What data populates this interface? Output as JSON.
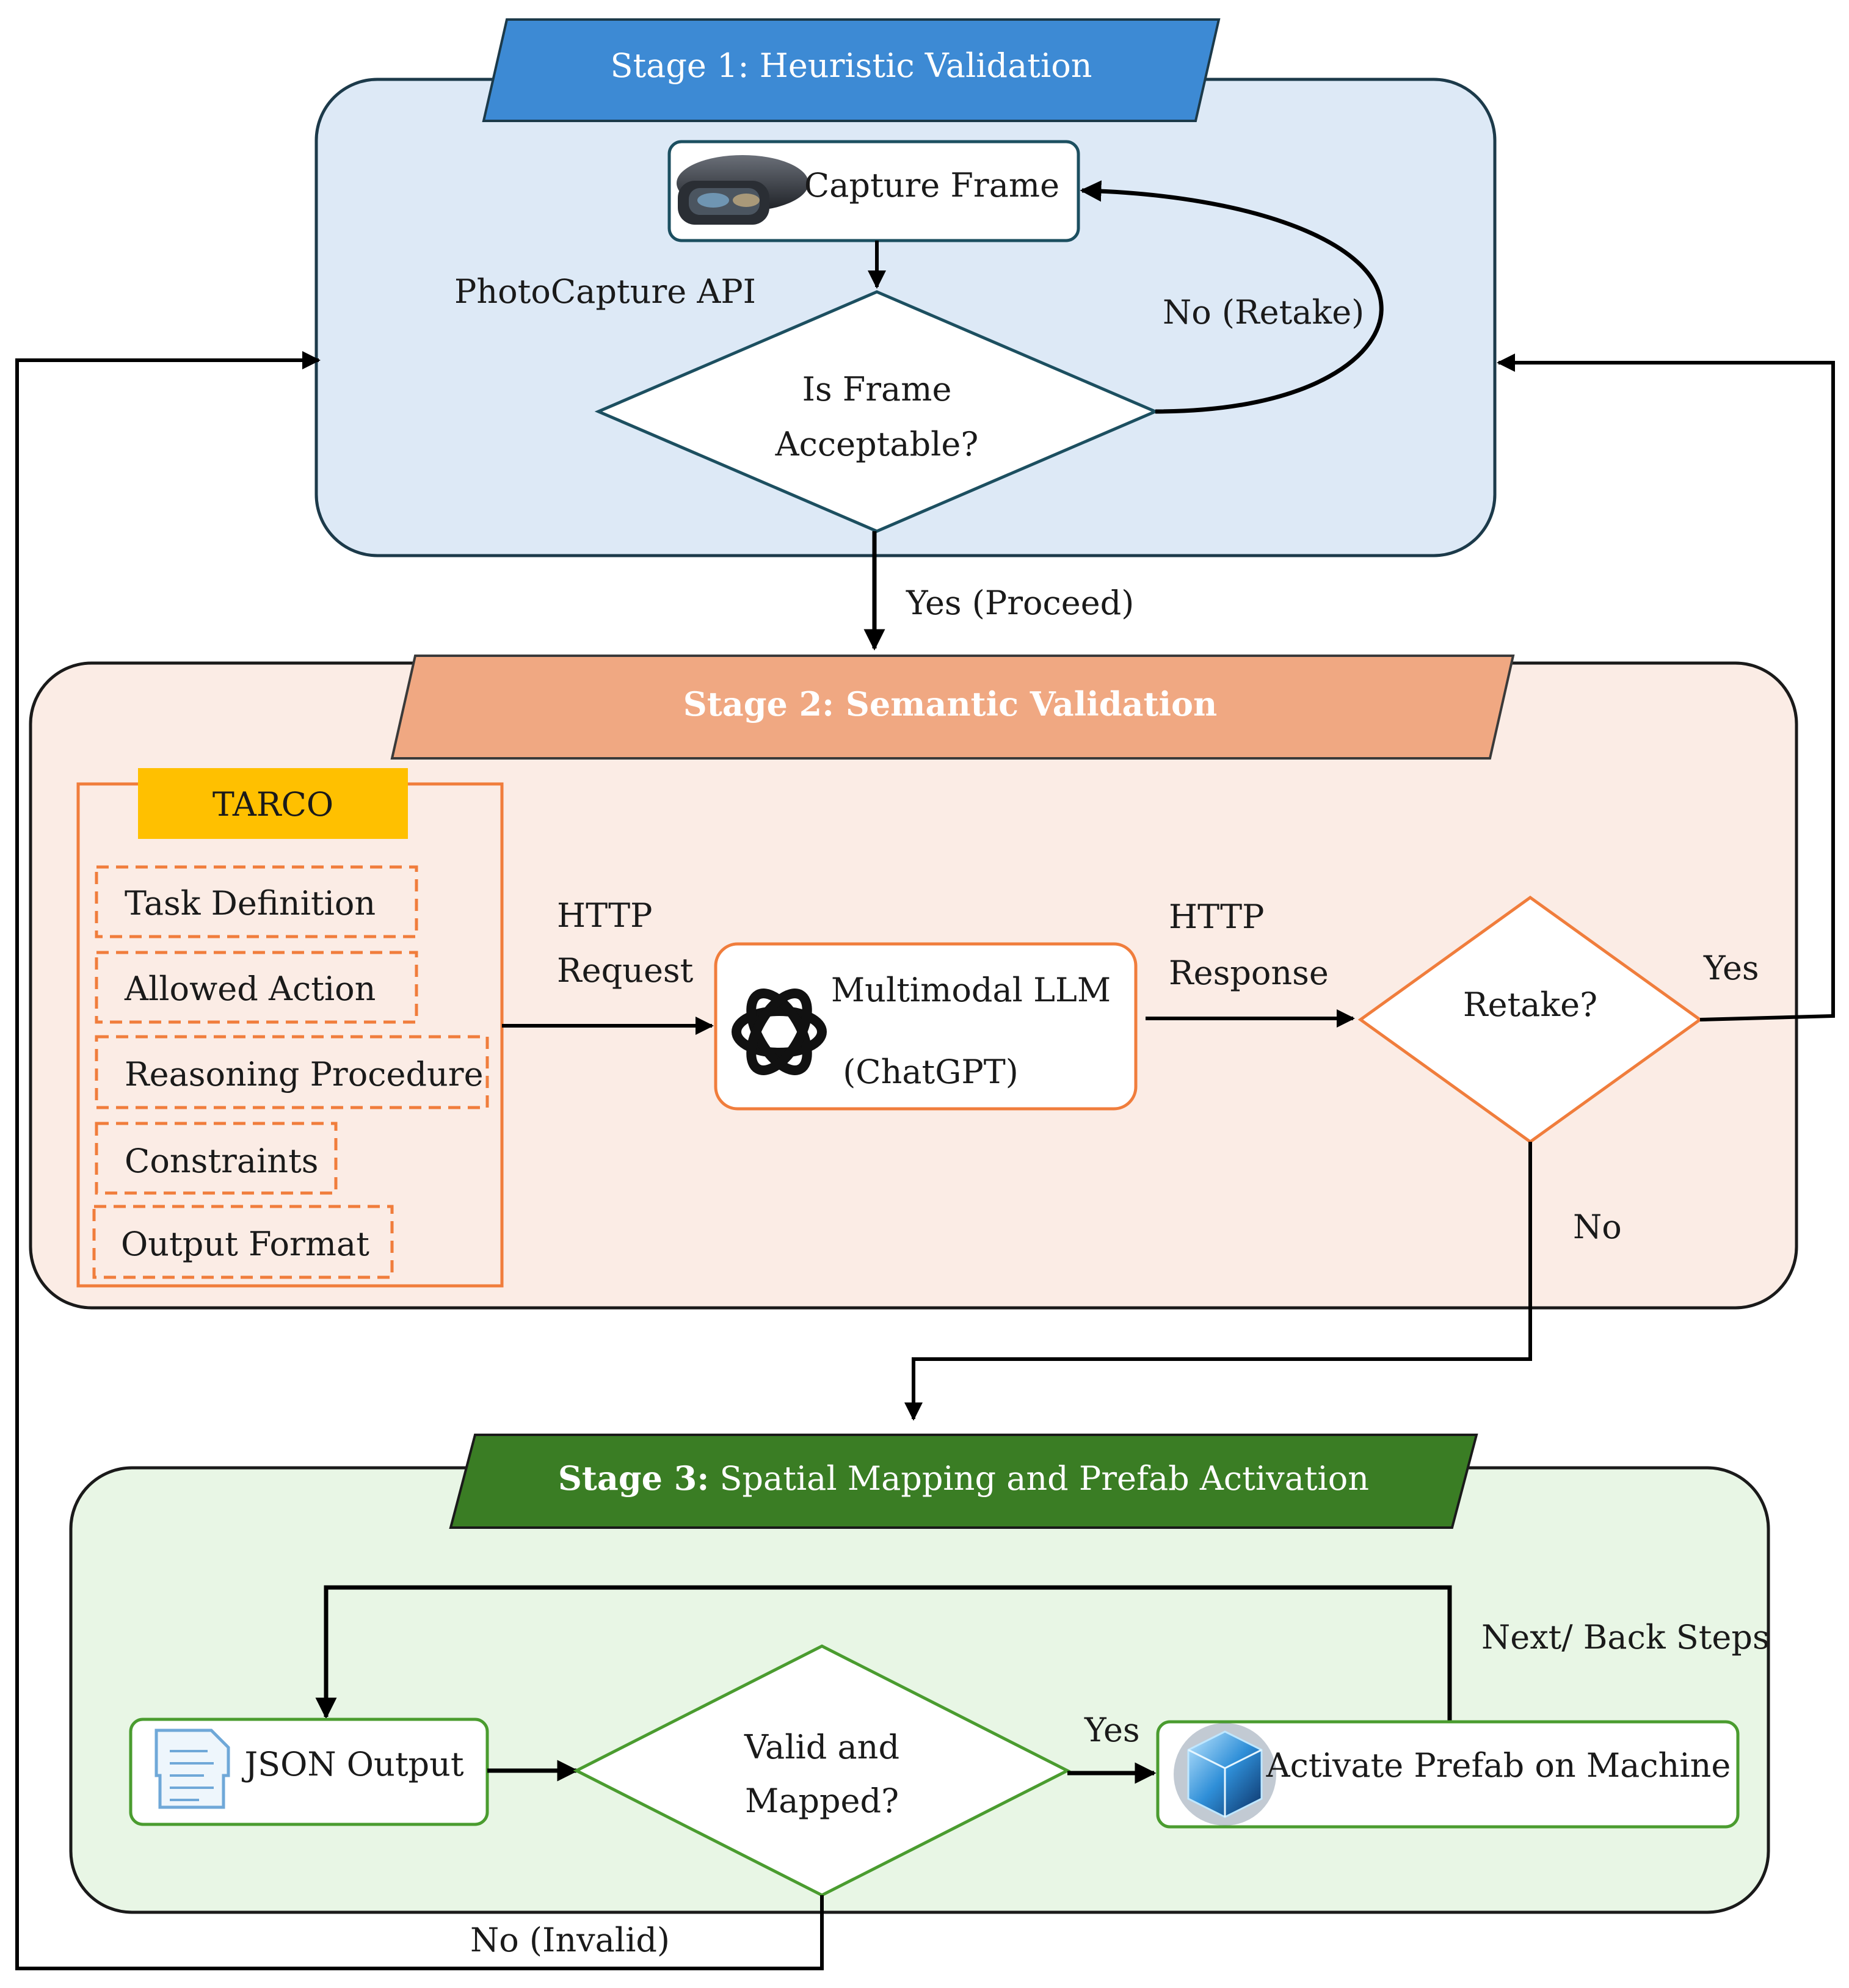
{
  "stage1": {
    "title": "Stage 1: Heuristic Validation",
    "capture": "Capture Frame",
    "api": "PhotoCapture API",
    "decision_line1": "Is Frame",
    "decision_line2": "Acceptable?",
    "retake": "No (Retake)",
    "proceed": "Yes (Proceed)"
  },
  "stage2": {
    "title": "Stage 2: Semantic Validation",
    "tarco": "TARCO",
    "items": [
      "Task Definition",
      "Allowed Action",
      "Reasoning Procedure",
      "Constraints",
      "Output Format"
    ],
    "http_req_1": "HTTP",
    "http_req_2": "Request",
    "llm_1": "Multimodal LLM",
    "llm_2": "(ChatGPT)",
    "http_res_1": "HTTP",
    "http_res_2": "Response",
    "retake": "Retake?",
    "yes": "Yes",
    "no": "No"
  },
  "stage3": {
    "title_bold": "Stage 3:",
    "title_rest": "Spatial Mapping and Prefab Activation",
    "json": "JSON Output",
    "valid_1": "Valid and",
    "valid_2": "Mapped?",
    "yes": "Yes",
    "activate": "Activate Prefab on Machine",
    "next_back": "Next/ Back Steps",
    "invalid": "No (Invalid)"
  },
  "icons": [
    "headset-icon",
    "openai-logo-icon",
    "json-document-icon",
    "hologram-cube-icon"
  ],
  "colors": {
    "stage1_fill": "#dde9f6",
    "stage1_banner": "#3d8ad4",
    "stage2_fill": "#fbece5",
    "stage2_banner": "#f0a882",
    "stage3_fill": "#e8f6e5",
    "stage3_banner": "#3a7d24",
    "tarco_orange": "#f07d3c",
    "tarco_header": "#ffc000",
    "green_border": "#4a9c2f",
    "teal_border": "#1c4f60"
  }
}
